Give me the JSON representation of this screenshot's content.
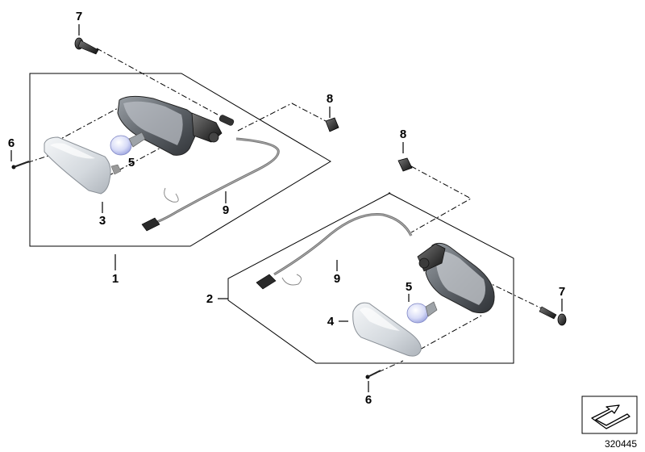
{
  "labels": {
    "p1": "1",
    "p2": "2",
    "p3": "3",
    "p4": "4",
    "p5a": "5",
    "p5b": "5",
    "p6a": "6",
    "p6b": "6",
    "p7a": "7",
    "p7b": "7",
    "p8a": "8",
    "p8b": "8",
    "p9a": "9",
    "p9b": "9"
  },
  "diagram_code": "320445",
  "colors": {
    "line": "#000000",
    "lens": "#d9dde2",
    "housing": "#555a60",
    "bulb_glass": "#c8cdf2",
    "cable": "#777777"
  }
}
